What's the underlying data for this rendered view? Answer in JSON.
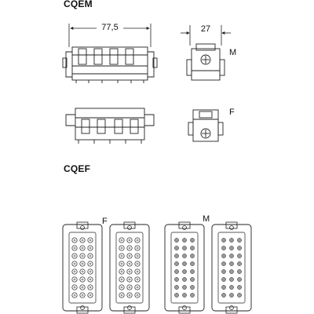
{
  "sections": [
    {
      "title": "CQEM"
    },
    {
      "title": "CQEF"
    }
  ],
  "dimensions": {
    "width_label": "77,5",
    "depth_label": "27"
  },
  "views": {
    "male_marker": "M",
    "female_marker": "F"
  },
  "face_views": {
    "female_marker": "F",
    "male_marker": "M"
  },
  "colors": {
    "line": "#222222",
    "contact_fill": "#9a9a9a"
  }
}
